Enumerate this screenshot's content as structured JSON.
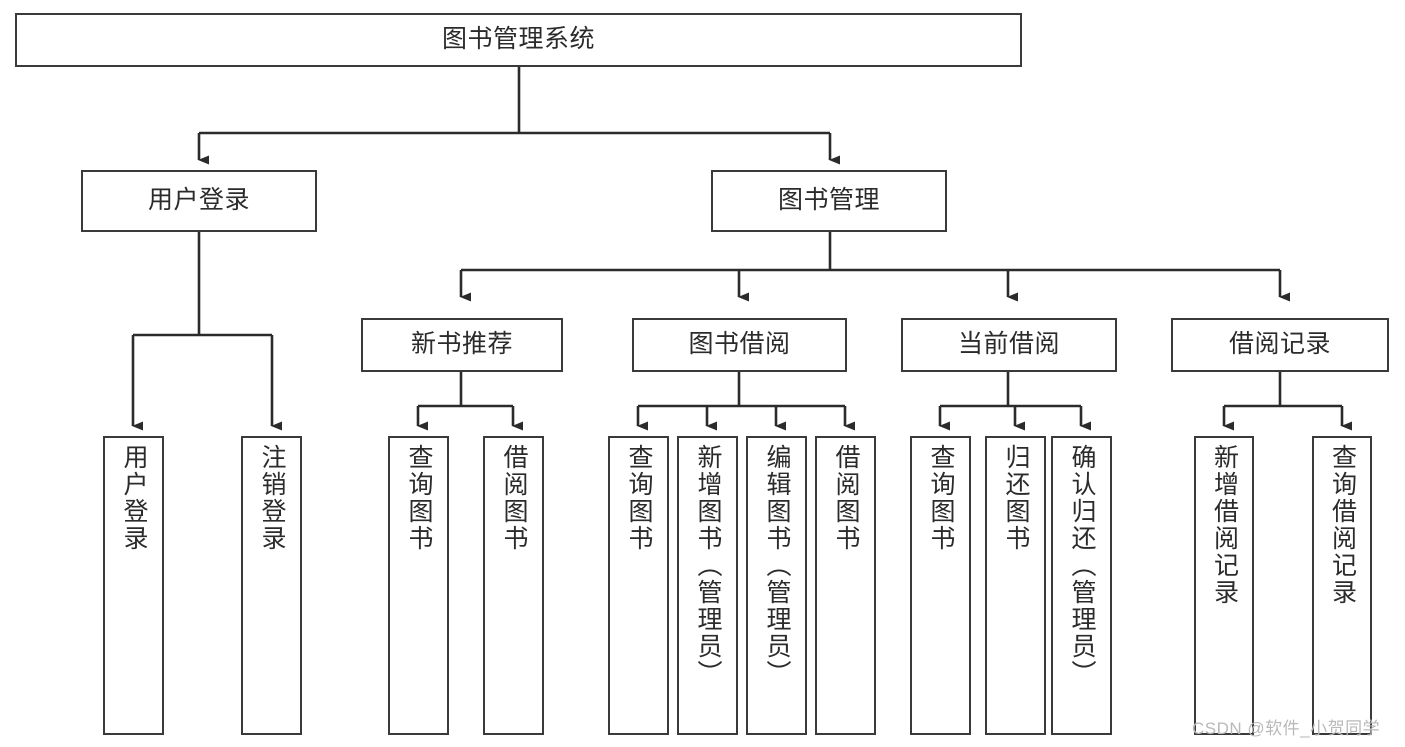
{
  "diagram": {
    "title": "图书管理系统",
    "type": "tree-hierarchy-chart",
    "colors": {
      "box_border": "#3a3a3a",
      "box_fill": "#ffffff",
      "connector": "#2b2b2b",
      "text": "#2b2b2b",
      "watermark": "#b9b9b9"
    },
    "nodes": {
      "root": {
        "label": "图书管理系统"
      },
      "level2": [
        {
          "id": "user-login",
          "label": "用户登录"
        },
        {
          "id": "book-manage",
          "label": "图书管理"
        }
      ],
      "level3": [
        {
          "id": "new-book-recommend",
          "label": "新书推荐"
        },
        {
          "id": "book-borrow",
          "label": "图书借阅"
        },
        {
          "id": "current-borrow",
          "label": "当前借阅"
        },
        {
          "id": "borrow-record",
          "label": "借阅记录"
        }
      ],
      "leaves": {
        "user-login": [
          {
            "id": "leaf-user-login",
            "label": "用户登录"
          },
          {
            "id": "leaf-logout-login",
            "label": "注销登录"
          }
        ],
        "new-book-recommend": [
          {
            "id": "leaf-query-book-1",
            "label": "查询图书"
          },
          {
            "id": "leaf-borrow-book-1",
            "label": "借阅图书"
          }
        ],
        "book-borrow": [
          {
            "id": "leaf-query-book-2",
            "label": "查询图书"
          },
          {
            "id": "leaf-add-book",
            "label": "新增图书（管理员）"
          },
          {
            "id": "leaf-edit-book",
            "label": "编辑图书（管理员）"
          },
          {
            "id": "leaf-borrow-book-2",
            "label": "借阅图书"
          }
        ],
        "current-borrow": [
          {
            "id": "leaf-query-book-3",
            "label": "查询图书"
          },
          {
            "id": "leaf-return-book",
            "label": "归还图书"
          },
          {
            "id": "leaf-confirm-return",
            "label": "确认归还（管理员）"
          }
        ],
        "borrow-record": [
          {
            "id": "leaf-add-borrow-record",
            "label": "新增借阅记录"
          },
          {
            "id": "leaf-query-borrow-record",
            "label": "查询借阅记录"
          }
        ]
      }
    },
    "watermark": "CSDN @软件_小贺同学"
  }
}
